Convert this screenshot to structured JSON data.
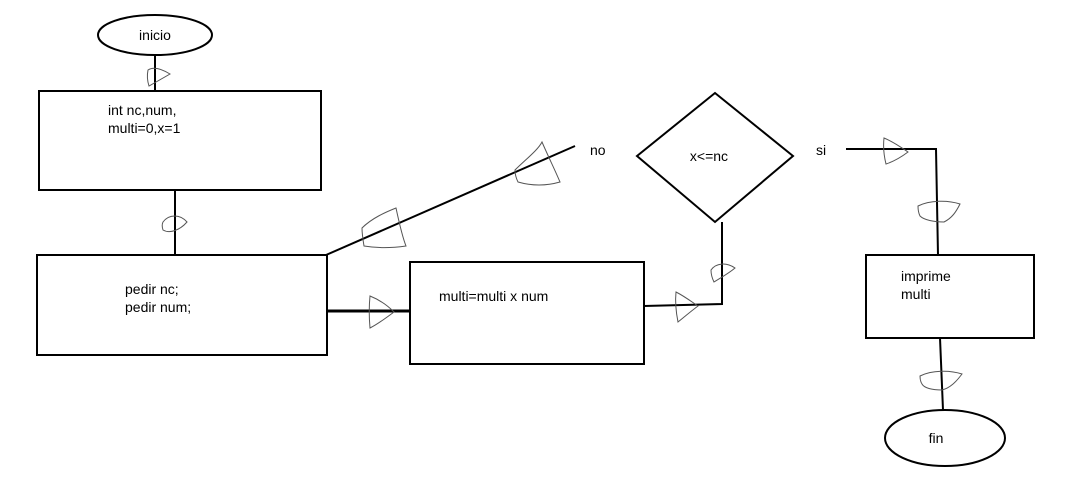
{
  "nodes": {
    "inicio": "inicio",
    "declare_line1": "int nc,num,",
    "declare_line2": "multi=0,x=1",
    "input_line1": "pedir nc;",
    "input_line2": "pedir num;",
    "process": "multi=multi x num",
    "decision": "x<=nc",
    "output_line1": "imprime",
    "output_line2": "multi",
    "fin": "fin"
  },
  "branches": {
    "no": "no",
    "si": "si"
  }
}
